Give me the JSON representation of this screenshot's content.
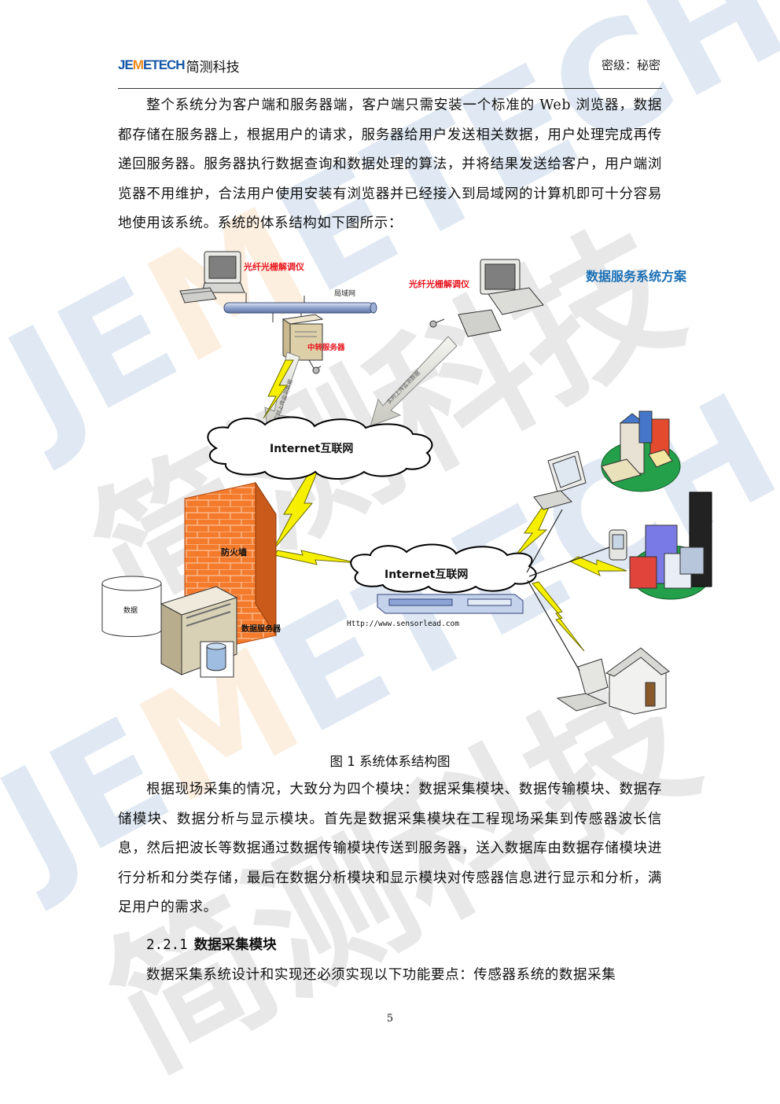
{
  "header": {
    "logo_part1": "JE",
    "logo_part2": "M",
    "logo_part3": "ETECH",
    "company": "简测科技",
    "secret_label": "密级：秘密"
  },
  "paragraphs": {
    "intro": "整个系统分为客户端和服务器端，客户端只需安装一个标准的 Web 浏览器，数据都存储在服务器上，根据用户的请求，服务器给用户发送相关数据，用户处理完成再传递回服务器。服务器执行数据查询和数据处理的算法，并将结果发送给客户，用户端浏览器不用维护，合法用户使用安装有浏览器并已经接入到局域网的计算机即可十分容易地使用该系统。系统的体系结构如下图所示：",
    "modules": "根据现场采集的情况，大致分为四个模块：数据采集模块、数据传输模块、数据存储模块、数据分析与显示模块。首先是数据采集模块在工程现场采集到传感器波长信息，然后把波长等数据通过数据传输模块传送到服务器，送入数据库由数据存储模块进行分析和分类存储，最后在数据分析模块和显示模块对传感器信息进行显示和分析，满足用户的需求。",
    "collection": "数据采集系统设计和实现还必须实现以下功能要点：传感器系统的数据采集"
  },
  "section": {
    "number": "2.2.1",
    "title": "数据采集模块"
  },
  "diagram": {
    "title": "数据服务系统方案",
    "left_instrument": "光纤光栅解调仪",
    "right_instrument": "光纤光栅解调仪",
    "lan": "局域网",
    "relay_server": "中转服务器",
    "cloud_top": "Internet互联网",
    "cloud_center": "Internet互联网",
    "firewall": "防火墙",
    "database": "数据",
    "data_server": "数据服务器",
    "url": "Http://www.sensorlead.com",
    "arrow_left": "实时上传监测数据",
    "arrow_right": "实时上传监测数据"
  },
  "figure_caption": "图 1 系统体系结构图",
  "page_number": "5",
  "watermark": {
    "line1": "JEMETECH",
    "line2": "简测科技"
  },
  "colors": {
    "brand_blue": "#1457a8",
    "brand_orange": "#f08a1c",
    "diagram_title": "#1a6fb5",
    "instrument_label": "#e8141e",
    "lightning": "#f6f000"
  }
}
